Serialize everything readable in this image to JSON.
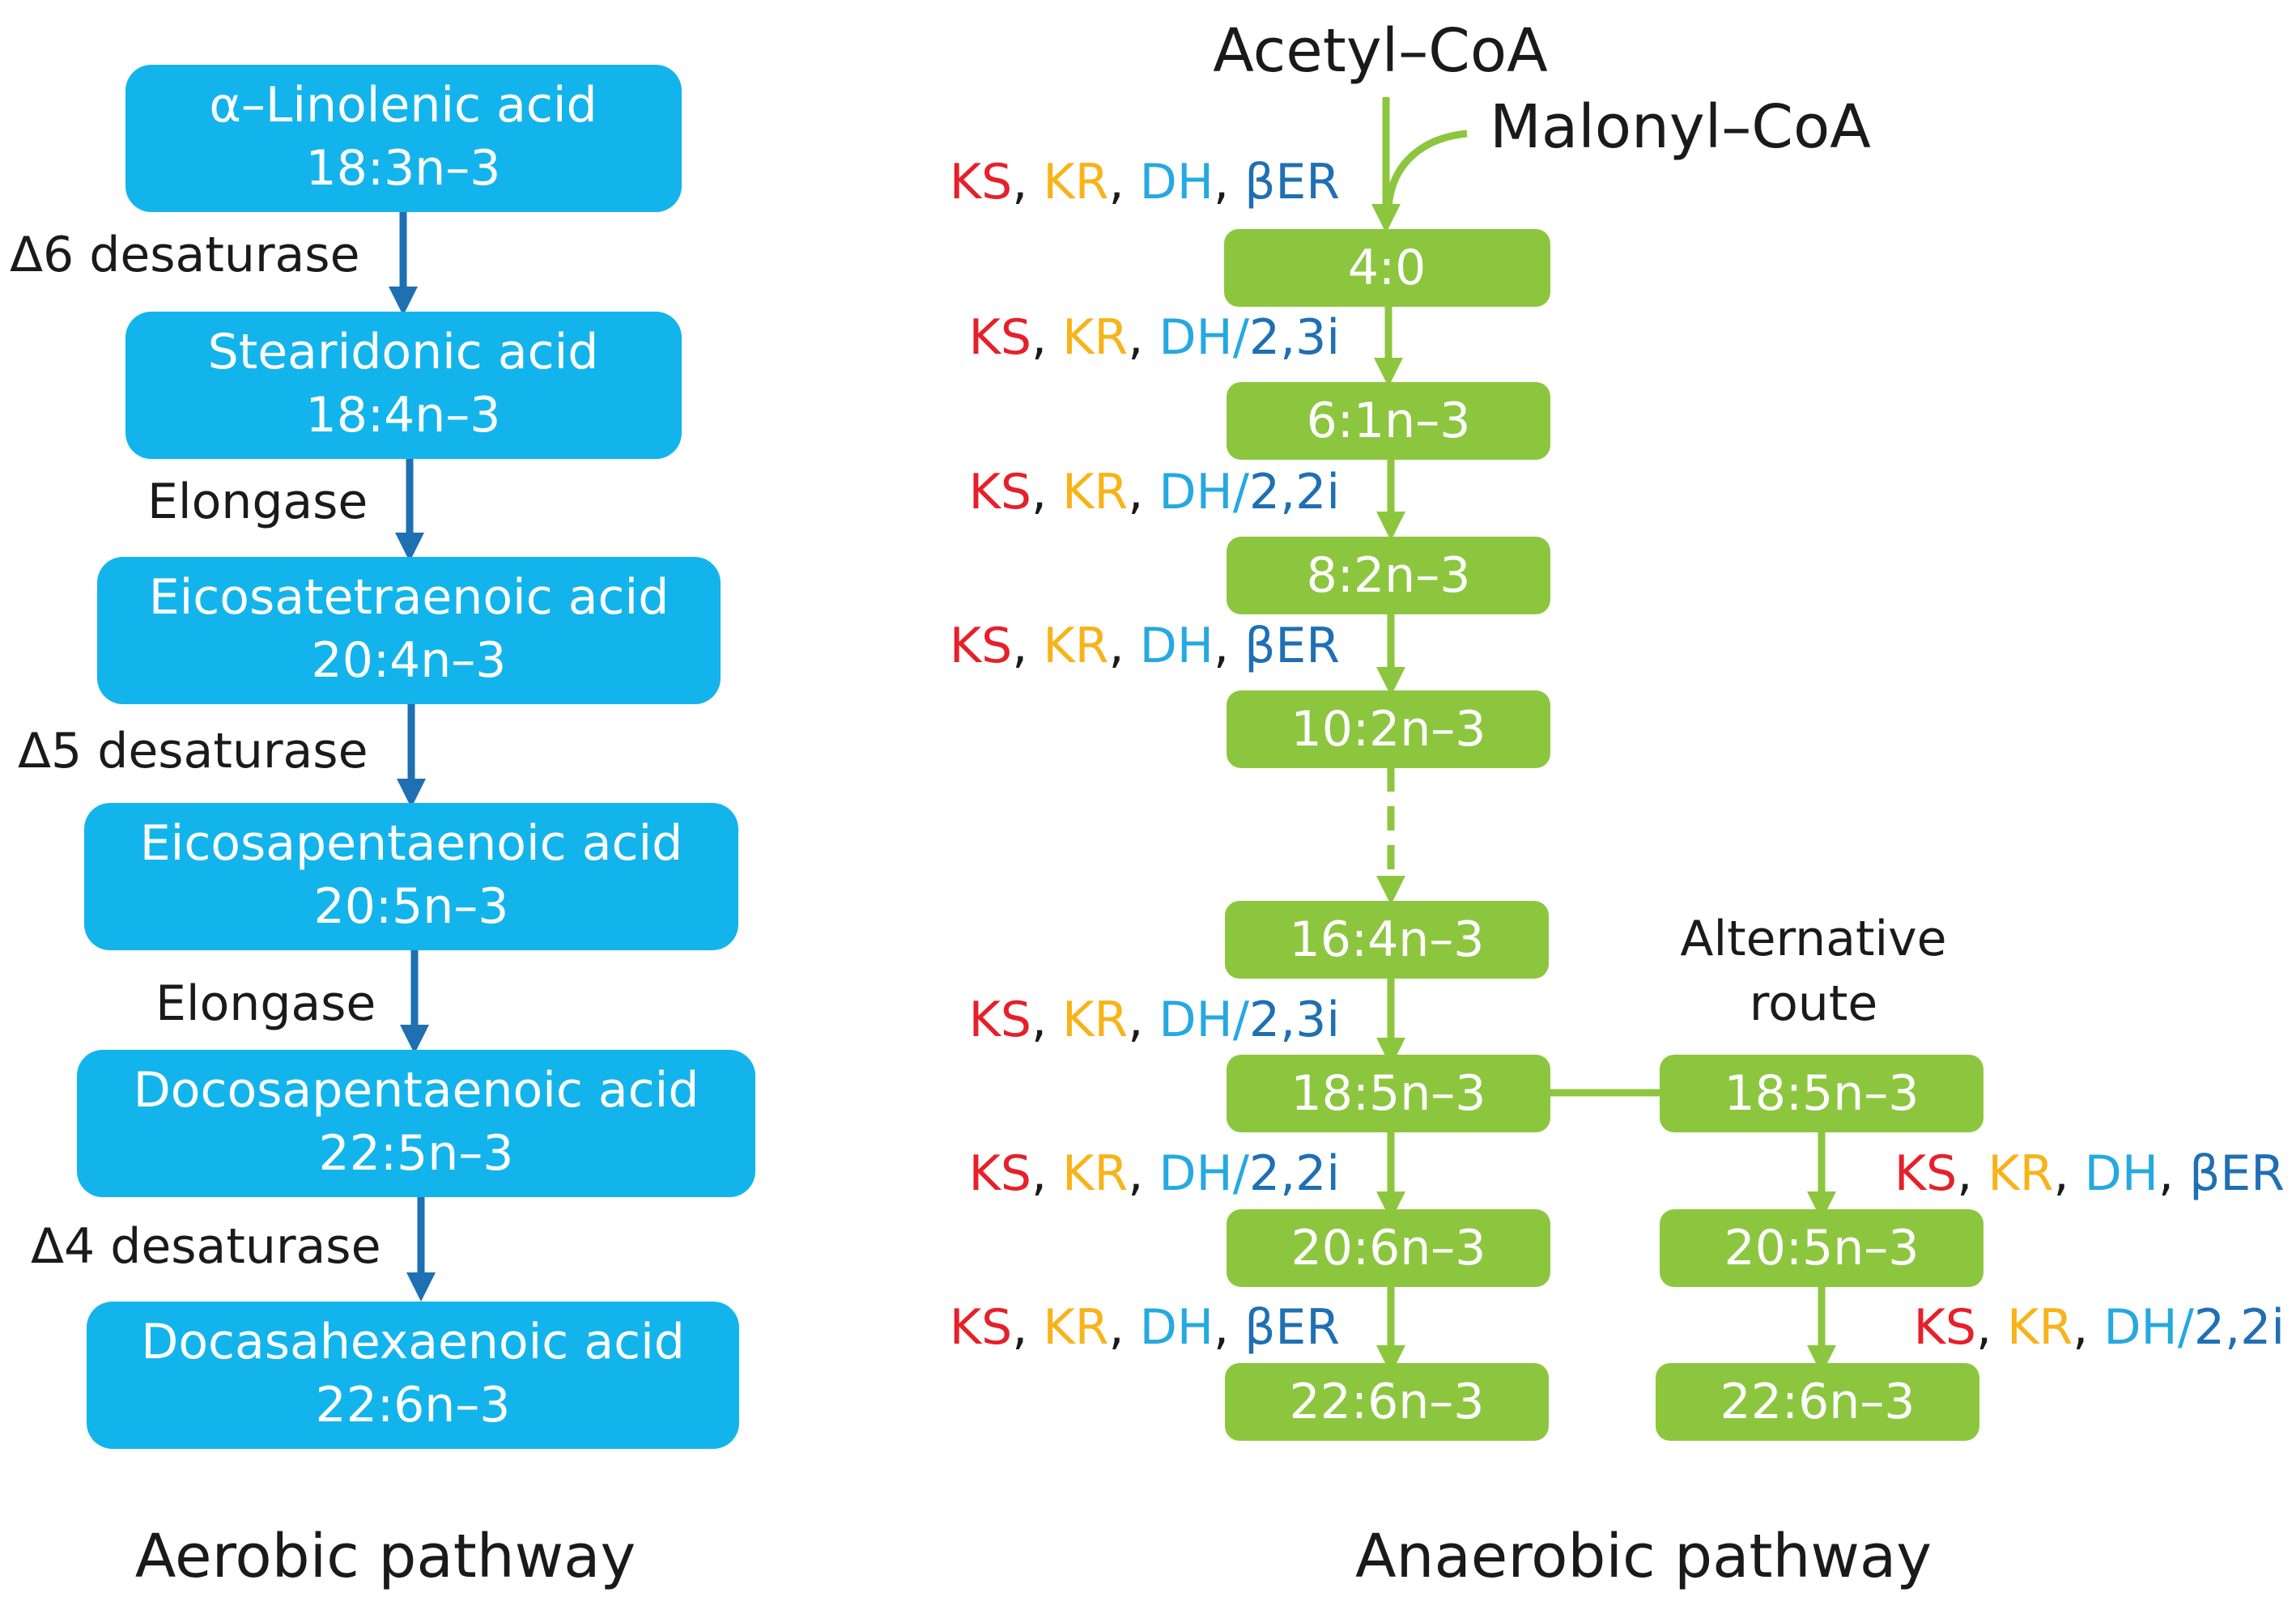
{
  "aerobic": {
    "title": "Aerobic pathway",
    "boxes": [
      {
        "name": "α–Linolenic acid",
        "code": "18:3n–3"
      },
      {
        "name": "Stearidonic acid",
        "code": "18:4n–3"
      },
      {
        "name": "Eicosatetraenoic acid",
        "code": "20:4n–3"
      },
      {
        "name": "Eicosapentaenoic acid",
        "code": "20:5n–3"
      },
      {
        "name": "Docosapentaenoic acid",
        "code": "22:5n–3"
      },
      {
        "name": "Docasahexaenoic acid",
        "code": "22:6n–3"
      }
    ],
    "steps": [
      "Δ6 desaturase",
      "Elongase",
      "Δ5 desaturase",
      "Elongase",
      "Δ4 desaturase"
    ]
  },
  "anaerobic": {
    "title": "Anaerobic pathway",
    "start": "Acetyl–CoA",
    "extender": "Malonyl–CoA",
    "alt_label_line1": "Alternative",
    "alt_label_line2": "route",
    "main_boxes": [
      "4:0",
      "6:1n–3",
      "8:2n–3",
      "10:2n–3",
      "16:4n–3",
      "18:5n–3",
      "20:6n–3",
      "22:6n–3"
    ],
    "alt_boxes": [
      "18:5n–3",
      "20:5n–3",
      "22:6n–3"
    ],
    "enzymes": {
      "ks": "KS",
      "kr": "KR",
      "dh": "DH",
      "ber": "βER",
      "i23": "2,3i",
      "i22": "2,2i",
      "comma": ", ",
      "slash": "/"
    },
    "colors": {
      "ks": "#e6202a",
      "kr": "#f7b319",
      "dh": "#25a9e0",
      "ber": "#1f6fb3",
      "aerobic_box": "#13b4ec",
      "anaerobic_box": "#8cc63f",
      "aerobic_arrow": "#1f6fb3"
    }
  }
}
